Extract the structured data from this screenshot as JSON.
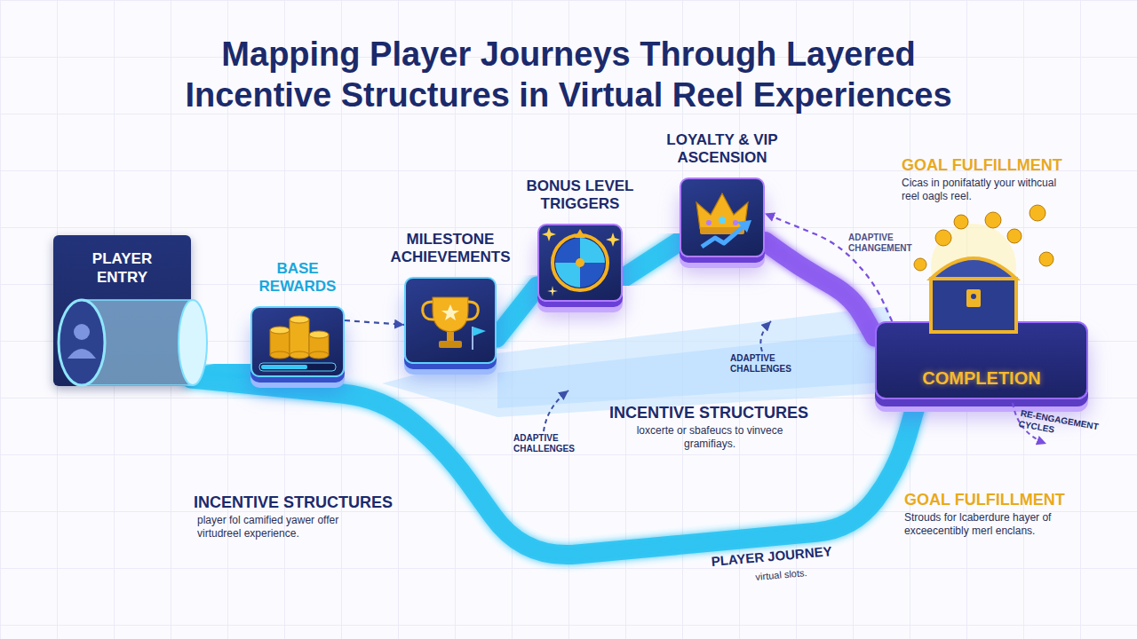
{
  "diagram": {
    "title": "Mapping Player Journeys Through Layered Incentive Structures in Virtual Reel Experiences",
    "nodes": [
      {
        "text": [
          "PLAYER ENTRY"
        ]
      },
      {
        "text": [
          "BASE REWARDS"
        ]
      },
      {
        "text": [
          "MILESTONE ACHIEVEMENTS"
        ]
      },
      {
        "text": [
          "BONUS LEVEL TRIGGERS"
        ]
      },
      {
        "text": [
          "LOYALTY & VIP ASCENSION"
        ]
      },
      {
        "text": [
          "COMPLETION"
        ]
      }
    ],
    "edges": [
      {
        "from": 0,
        "to": 1,
        "arrow": "none"
      },
      {
        "from": 1,
        "to": 2,
        "arrow": "to"
      },
      {
        "from": 2,
        "to": 3,
        "arrow": "none"
      },
      {
        "from": 3,
        "to": 4,
        "arrow": "none"
      },
      {
        "from": 4,
        "to": 5,
        "arrow": "none"
      },
      {
        "from": 5,
        "to": 4,
        "label": "ADAPTIVE CHANGEMENT",
        "arrow": "to"
      },
      {
        "from": 0,
        "to": 5,
        "arrow": "none"
      }
    ],
    "labels": [
      "GOAL FULFILLMENT",
      "Cicas in ponifatatly your withcual reel oagls reel.",
      "ADAPTIVE CHALLENGES",
      "INCENTIVE STRUCTURES",
      "loxcerte or sbafeucs to vinvece gramifiays.",
      "ADAPTIVE CHALLENGES",
      "INCENTIVE STRUCTURES",
      "player fol camified yawer offer virtudreel experience.",
      "RE-ENGAGEMENT CYCLES",
      "GOAL FULFILLMENT",
      "Strouds for lcaberdure hayer of exceecentibly merl enclans.",
      "PLAYER JOURNEY",
      "virtual slots."
    ]
  }
}
